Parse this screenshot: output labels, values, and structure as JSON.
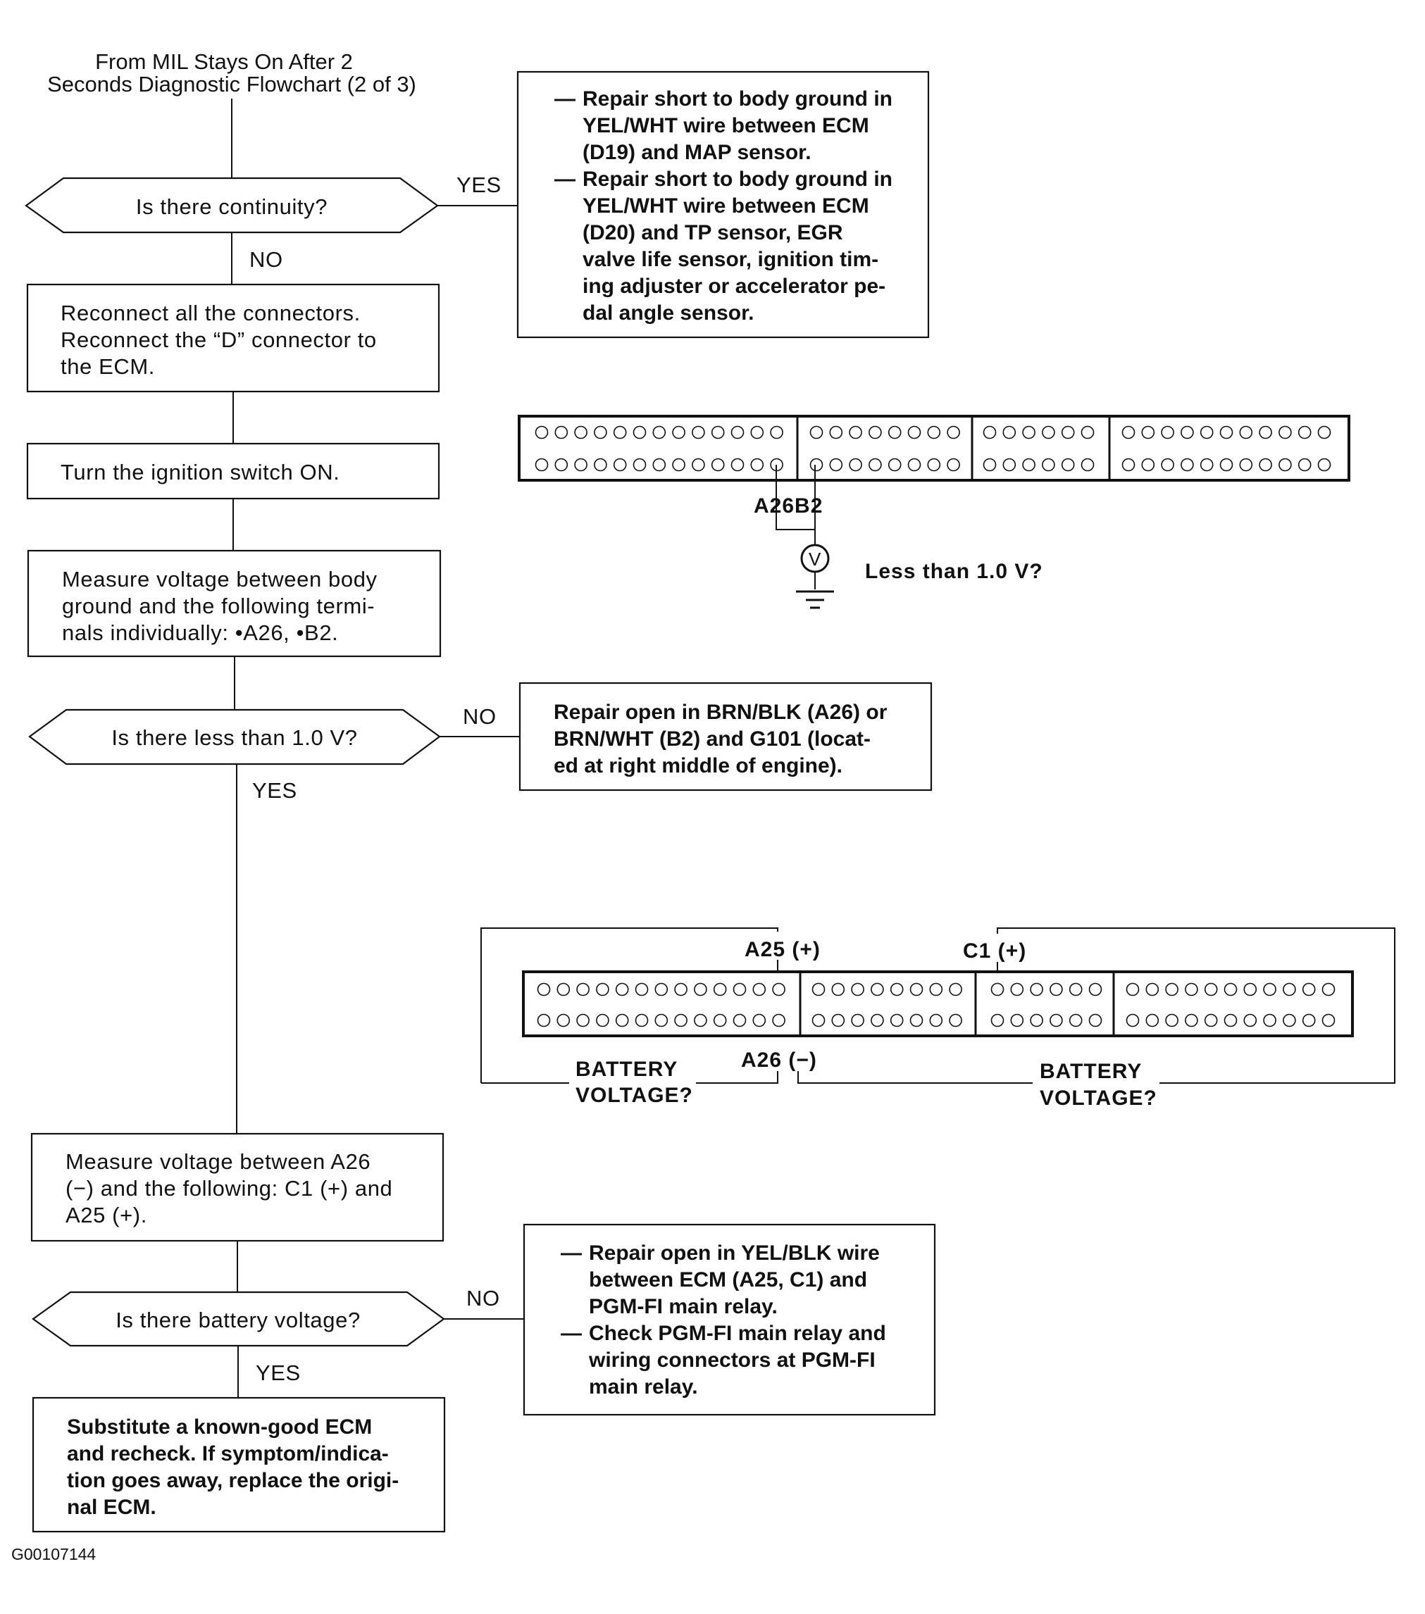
{
  "header": {
    "lines": [
      "From MIL Stays On After 2",
      "Seconds Diagnostic Flowchart (2 of 3)"
    ]
  },
  "flow": {
    "q_continuity": "Is there continuity?",
    "yes_1": "YES",
    "no_1": "NO",
    "repair_short": {
      "dash": "—",
      "item1": [
        "Repair short to body ground in",
        "YEL/WHT wire between ECM",
        "(D19) and MAP sensor."
      ],
      "item2": [
        "Repair short to body ground in",
        "YEL/WHT wire between ECM",
        "(D20)  and  TP  sensor,  EGR",
        "valve life sensor, ignition tim-",
        "ing adjuster or accelerator pe-",
        "dal angle sensor."
      ]
    },
    "reconnect": [
      "Reconnect all the connectors.",
      "Reconnect the “D” connector to",
      "the ECM."
    ],
    "ignition": "Turn the ignition switch ON.",
    "measure1": [
      "Measure voltage between body",
      "ground and the following termi-",
      "nals individually: •A26, •B2."
    ],
    "q_less": "Is there less than 1.0 V?",
    "no_2": "NO",
    "yes_2": "YES",
    "repair_open1": [
      "Repair open in BRN/BLK (A26) or",
      "BRN/WHT (B2) and G101 (locat-",
      "ed at right middle of engine)."
    ],
    "measure2": [
      "Measure voltage between A26",
      "(−) and the following: C1 (+) and",
      "A25 (+)."
    ],
    "q_battery": "Is there battery voltage?",
    "no_3": "NO",
    "yes_3": "YES",
    "repair_open2": {
      "dash": "—",
      "item1": [
        "Repair open in YEL/BLK wire",
        "between ECM (A25, C1) and",
        "PGM-FI main relay."
      ],
      "item2": [
        "Check PGM-FI main relay and",
        "wiring connectors at PGM-FI",
        "main relay."
      ]
    },
    "substitute": [
      "Substitute  a  known-good  ECM",
      "and recheck. If symptom/indica-",
      "tion goes away, replace the origi-",
      "nal ECM."
    ]
  },
  "connector1": {
    "label": "A26B2",
    "meter": "V",
    "question": "Less than 1.0 V?"
  },
  "connector2": {
    "a25": "A25 (+)",
    "c1": "C1 (+)",
    "a26": "A26 (−)",
    "battery_left": [
      "BATTERY",
      "VOLTAGE?"
    ],
    "battery_right": [
      "BATTERY",
      "VOLTAGE?"
    ]
  },
  "footer": {
    "figure_id": "G00107144"
  }
}
